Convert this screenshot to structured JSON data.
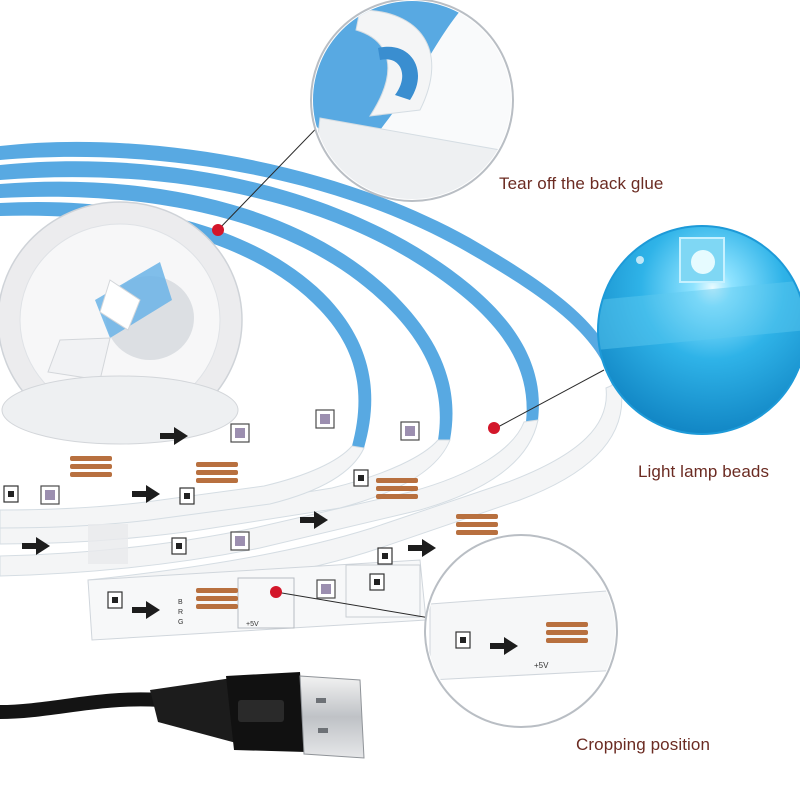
{
  "product_image": {
    "callouts": {
      "back_glue": {
        "label": "Tear off the back glue"
      },
      "lamp_beads": {
        "label": "Light lamp beads"
      },
      "cropping": {
        "label": "Cropping position"
      }
    },
    "strip_markings": {
      "pad_labels": [
        "B",
        "R",
        "G"
      ],
      "voltage": "+5V"
    },
    "colors": {
      "backing_tape": "#58a9e2",
      "strip_body": "#f4f5f6",
      "copper_pads": "#b8703f",
      "callout_dot": "#d3162a",
      "lamp_glow": "#2fb3e8",
      "label_text": "#6b2b22"
    },
    "icons": [
      "usb-plug-icon",
      "arrow-right-icon"
    ]
  }
}
